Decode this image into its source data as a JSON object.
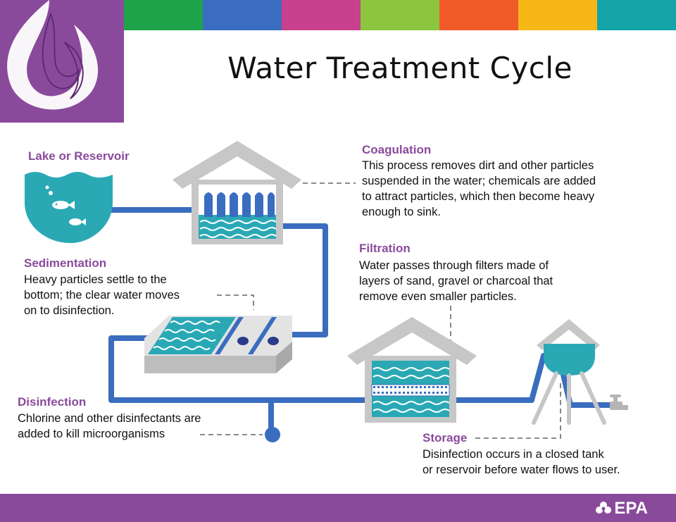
{
  "title": "Water Treatment Cycle",
  "colors": {
    "purple": "#8a4a9c",
    "pipe_blue": "#3a6dbf",
    "teal": "#2aa9b5",
    "gray": "#c7c7c7",
    "bar": [
      "#1fa34a",
      "#3a6dbf",
      "#c8418e",
      "#8cc63f",
      "#f05a28",
      "#f7b718",
      "#13a3a9"
    ]
  },
  "stages": {
    "lake": {
      "title": "Lake or Reservoir"
    },
    "coagulation": {
      "title": "Coagulation",
      "desc": [
        "This process removes dirt and other particles",
        "suspended in the water; chemicals are added",
        "to attract particles, which then become heavy",
        "enough to sink."
      ]
    },
    "sedimentation": {
      "title": "Sedimentation",
      "desc": [
        "Heavy particles settle to the",
        "bottom; the clear water moves",
        "on to disinfection."
      ]
    },
    "filtration": {
      "title": "Filtration",
      "desc": [
        "Water passes through filters made of",
        "layers of sand, gravel or charcoal that",
        "remove even smaller particles."
      ]
    },
    "disinfection": {
      "title": "Disinfection",
      "desc": [
        "Chlorine and other disinfectants are",
        "added to kill microorganisms"
      ]
    },
    "storage": {
      "title": "Storage",
      "desc": [
        "Disinfection occurs in a closed tank",
        "or reservoir before water flows to user."
      ]
    }
  },
  "footer": {
    "logo_text": "EPA"
  },
  "icons": [
    "water-drop-icon",
    "fish-icon",
    "house-icon",
    "water-tower-icon",
    "faucet-icon",
    "epa-flower-icon"
  ]
}
